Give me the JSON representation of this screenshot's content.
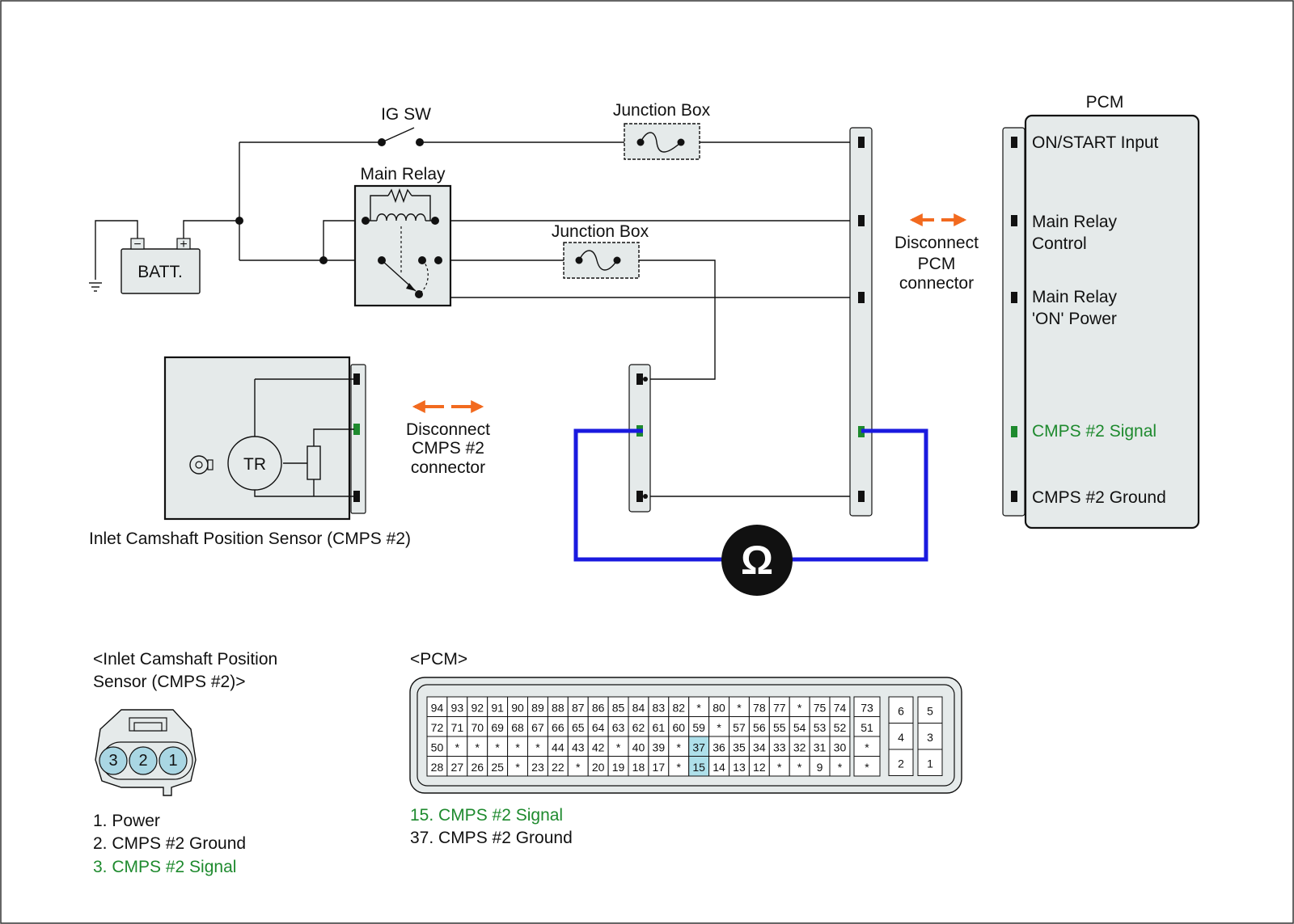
{
  "colors": {
    "wire": "#111111",
    "meter_wire": "#1a1adf",
    "signal_green": "#1e8a2e",
    "arrow_orange": "#f26a1f",
    "box_fill": "#e5eaea",
    "pin_highlight": "#aee0ea",
    "connector_fill": "#a9d6e3"
  },
  "labels": {
    "ig_sw": "IG SW",
    "junction_box_1": "Junction Box",
    "junction_box_2": "Junction Box",
    "main_relay": "Main Relay",
    "batt": "BATT.",
    "pcm_title": "PCM",
    "tr": "TR",
    "sensor_caption": "Inlet Camshaft Position Sensor (CMPS #2)",
    "disconnect_pcm": [
      "Disconnect",
      "PCM",
      "connector"
    ],
    "disconnect_cmps": [
      "Disconnect",
      "CMPS #2",
      "connector"
    ],
    "ohm_symbol": "Ω"
  },
  "pcm_terminals": {
    "on_start": "ON/START Input",
    "main_relay_control": [
      "Main Relay",
      "Control"
    ],
    "main_relay_on_power": [
      "Main Relay",
      "'ON' Power"
    ],
    "cmps_signal": "CMPS #2 Signal",
    "cmps_ground": "CMPS #2 Ground"
  },
  "sensor_connector": {
    "title": [
      "<Inlet Camshaft Position",
      "Sensor (CMPS #2)>"
    ],
    "pins": [
      "3",
      "2",
      "1"
    ],
    "legend": [
      "1. Power",
      "2. CMPS #2 Ground",
      "3. CMPS #2 Signal"
    ],
    "legend_highlight_index": 2
  },
  "pcm_connector": {
    "title": "<PCM>",
    "rows": [
      [
        "94",
        "93",
        "92",
        "91",
        "90",
        "89",
        "88",
        "87",
        "86",
        "85",
        "84",
        "83",
        "82",
        "*",
        "80",
        "*",
        "78",
        "77",
        "*",
        "75",
        "74"
      ],
      [
        "72",
        "71",
        "70",
        "69",
        "68",
        "67",
        "66",
        "65",
        "64",
        "63",
        "62",
        "61",
        "60",
        "59",
        "*",
        "57",
        "56",
        "55",
        "54",
        "53",
        "52"
      ],
      [
        "50",
        "*",
        "*",
        "*",
        "*",
        "*",
        "44",
        "43",
        "42",
        "*",
        "40",
        "39",
        "*",
        "37",
        "36",
        "35",
        "34",
        "33",
        "32",
        "31",
        "30"
      ],
      [
        "28",
        "27",
        "26",
        "25",
        "*",
        "23",
        "22",
        "*",
        "20",
        "19",
        "18",
        "17",
        "*",
        "15",
        "14",
        "13",
        "12",
        "*",
        "*",
        "9",
        "*"
      ]
    ],
    "highlighted": [
      "37",
      "15"
    ],
    "side_column": [
      "73",
      "51",
      "*",
      "*"
    ],
    "small_block_left": [
      "6",
      "4",
      "2"
    ],
    "small_block_right": [
      "5",
      "3",
      "1"
    ],
    "legend": [
      "15. CMPS #2 Signal",
      "37. CMPS #2 Ground"
    ],
    "legend_highlight_index": 0
  }
}
